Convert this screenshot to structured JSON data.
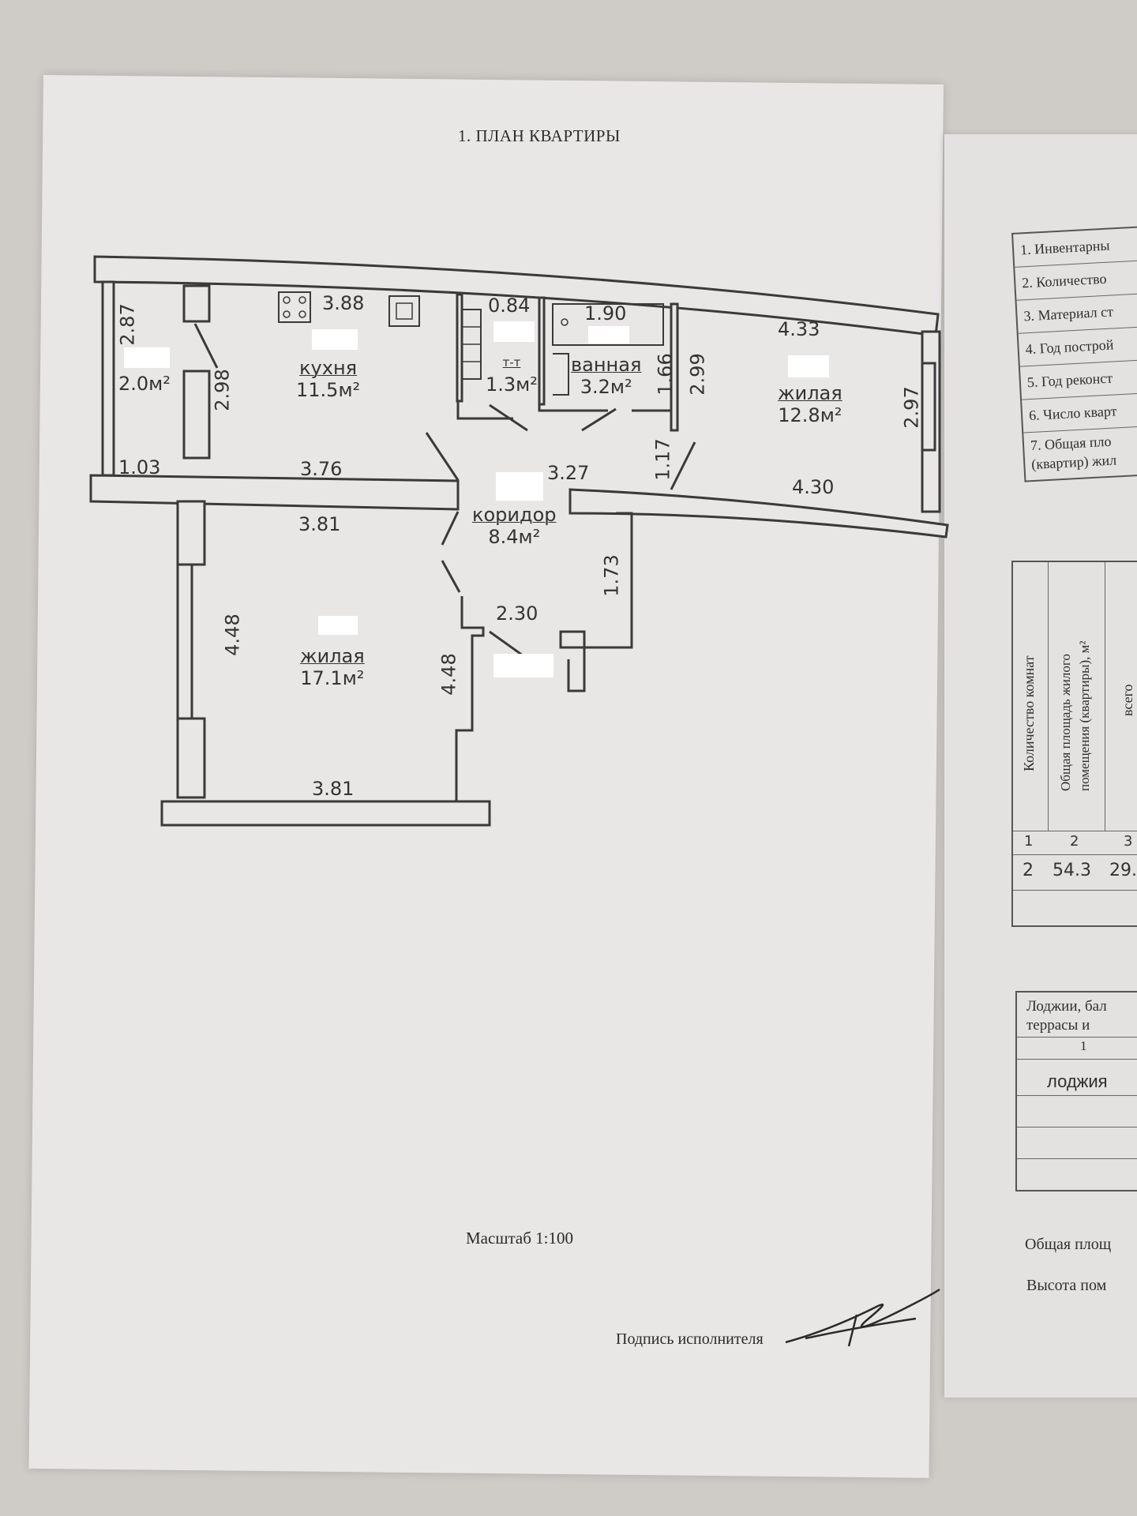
{
  "document": {
    "title": "1. ПЛАН КВАРТИРЫ",
    "scale": "Масштаб 1:100",
    "signature_label": "Подпись исполнителя"
  },
  "rooms": [
    {
      "id": "pantry",
      "name": "",
      "area": "2.0м²"
    },
    {
      "id": "kitchen",
      "name": "кухня",
      "area": "11.5м²"
    },
    {
      "id": "wc",
      "name": "т-т",
      "area": "1.3м²"
    },
    {
      "id": "bath",
      "name": "ванная",
      "area": "3.2м²"
    },
    {
      "id": "living-east",
      "name": "жилая",
      "area": "12.8м²"
    },
    {
      "id": "corridor",
      "name": "коридор",
      "area": "8.4м²"
    },
    {
      "id": "living-south",
      "name": "жилая",
      "area": "17.1м²"
    }
  ],
  "dimensions": {
    "d287": "2.87",
    "d298": "2.98",
    "d103": "1.03",
    "d388": "3.88",
    "d376": "3.76",
    "d084": "0.84",
    "d190": "1.90",
    "d166": "1.66",
    "d299": "2.99",
    "d433": "4.33",
    "d297": "2.97",
    "d327": "3.27",
    "d117": "1.17",
    "d430": "4.30",
    "d381a": "3.81",
    "d448a": "4.48",
    "d448b": "4.48",
    "d173": "1.73",
    "d230": "2.30",
    "d381b": "3.81"
  },
  "info_table": {
    "rows": [
      "1. Инвентарны",
      "2. Количество",
      "3. Материал ст",
      "4. Год построй",
      "5. Год реконст",
      "6. Число кварт",
      "7. Общая пло (квартир) жил"
    ]
  },
  "area_table": {
    "headers": [
      "Количество комнат",
      "Общая площадь жилого помещения (квартиры), м²",
      "всего"
    ],
    "numbers": [
      "1",
      "2",
      "3"
    ],
    "values": [
      "2",
      "54.3",
      "29."
    ]
  },
  "loggia_table": {
    "header": "Лоджии, бал террасы и",
    "number": "1",
    "row": "лоджия"
  },
  "footer": {
    "total_area": "Общая площ",
    "height": "Высота пом"
  },
  "colors": {
    "wall": "#3a3a3a",
    "paper": "#e9e7e6",
    "redaction": "#ffffff"
  }
}
